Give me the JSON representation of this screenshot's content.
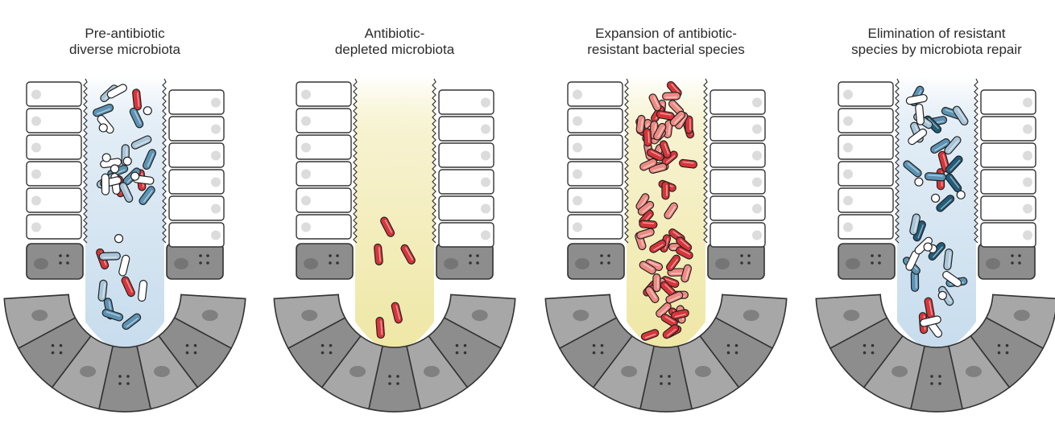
{
  "palette": {
    "cell_fill": "#ffffff",
    "cell_stroke": "#333333",
    "nucleus": "#dcdcdc",
    "stem_cell": "#a7a7a7",
    "paneth_cell": "#8d8d8d",
    "paneth_nucleus": "#666666",
    "lumen_healthy": "#c7dced",
    "lumen_depleted": "#efe7a5",
    "red": "#d8353a",
    "light_red": "#ee8a82",
    "blue": "#5b93b5",
    "light_blue": "#a9c6d9",
    "dark_blue": "#215c7c",
    "white": "#ffffff"
  },
  "panels": [
    {
      "title_line1": "Pre-antibiotic",
      "title_line2": "diverse microbiota",
      "lumen": "healthy",
      "microbiota": {
        "red": 5,
        "blue": 9,
        "light_blue": 7,
        "white": 9,
        "cocci": 7
      }
    },
    {
      "title_line1": "Antibiotic-",
      "title_line2": "depleted microbiota",
      "lumen": "depleted",
      "microbiota": {
        "red": 5
      }
    },
    {
      "title_line1": "Expansion of antibiotic-",
      "title_line2": "resistant bacterial species",
      "lumen": "depleted",
      "microbiota": {
        "red": 65
      }
    },
    {
      "title_line1": "Elimination of resistant",
      "title_line2": "species by microbiota repair",
      "lumen": "healthy",
      "microbiota": {
        "red": 4,
        "blue": 9,
        "dark_blue": 6,
        "light_blue": 7,
        "white": 8,
        "cocci": 6
      }
    }
  ]
}
